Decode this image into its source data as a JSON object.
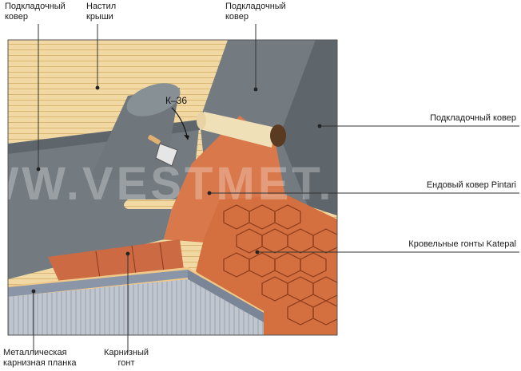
{
  "labels": {
    "underlay_left_1": "Подкладочный",
    "underlay_left_2": "ковер",
    "deck_1": "Настил",
    "deck_2": "крыши",
    "underlay_top_1": "Подкладочный",
    "underlay_top_2": "ковер",
    "underlay_right": "Подкладочный ковер",
    "valley": "Ендовый ковер Pintari",
    "shingles": "Кровельные гонты Katepal",
    "eave_plank_1": "Металлическая",
    "eave_plank_2": "карнизная планка",
    "eave_shingle_1": "Карнизный",
    "eave_shingle_2": "гонт",
    "tool": "К–36"
  },
  "watermark": "WWW.VESTMET.RU",
  "colors": {
    "wood": "#f2d9a4",
    "wood_line": "#d9b773",
    "underlay": "#737b80",
    "underlay_dark": "#5e666b",
    "valley": "#d9784a",
    "shingle": "#d46f3f",
    "shingle_line": "#8a3a1c",
    "eave_shingle": "#cc6a44",
    "metal": "#8a95a8",
    "wall": "#c0c6d0",
    "wall_line": "#9aa2ad",
    "leader": "#333333"
  }
}
